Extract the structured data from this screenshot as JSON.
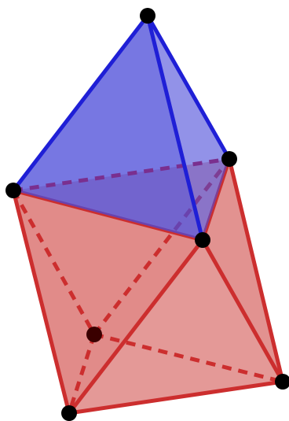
{
  "diagram": {
    "kind": "polyhedron",
    "colors": {
      "upper_face": "#1f1fd6",
      "upper_fill": "#5a5ae0",
      "lower_face": "#cc2e2e",
      "lower_fill": "#d96a6a",
      "vertex": "#000000"
    },
    "solids": [
      {
        "name": "tetrahedron",
        "color": "upper"
      },
      {
        "name": "square-pyramid",
        "color": "lower"
      }
    ]
  }
}
